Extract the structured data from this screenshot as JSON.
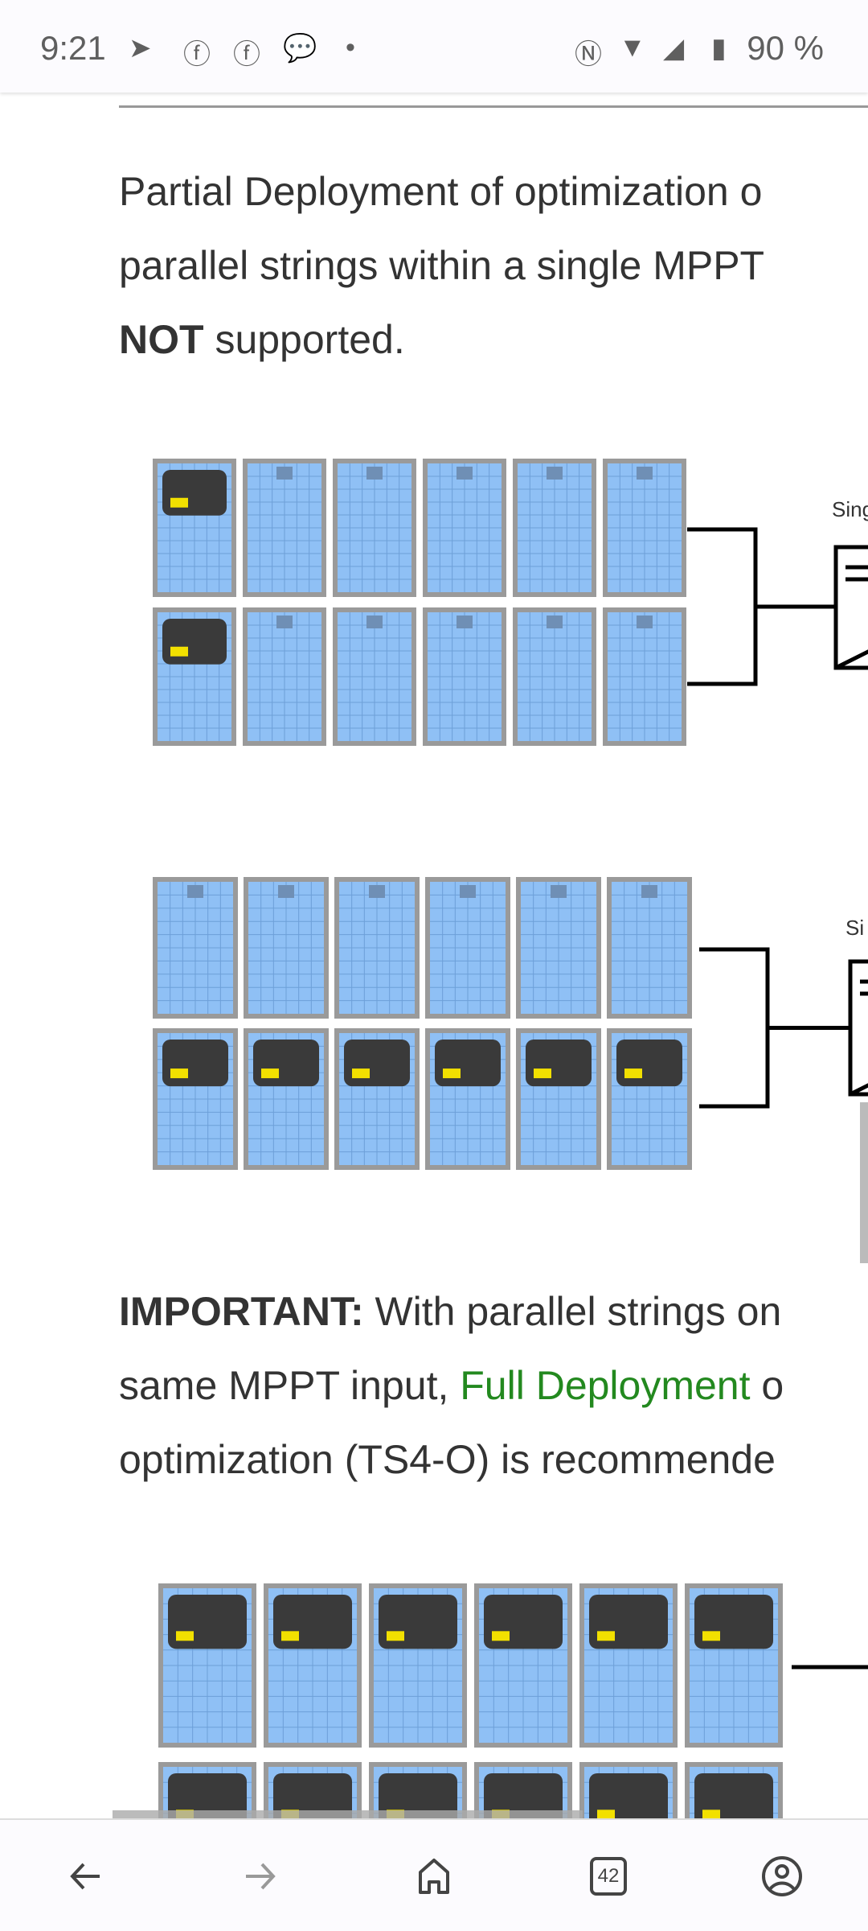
{
  "status_bar": {
    "time": "9:21",
    "battery": "90 %",
    "icons": [
      "telegram-icon",
      "facebook-icon",
      "facebook-icon",
      "messenger-icon",
      "dot-icon",
      "nfc-icon",
      "wifi-icon",
      "signal-icon",
      "battery-icon"
    ]
  },
  "paragraph1": {
    "line1": "Partial Deployment of optimization o",
    "line2": "parallel strings within a single MPPT",
    "bold": "NOT",
    "line3_rest": " supported."
  },
  "diagram1": {
    "label": "Sing",
    "rows": [
      [
        true,
        false,
        false,
        false,
        false,
        false
      ],
      [
        true,
        false,
        false,
        false,
        false,
        false
      ]
    ]
  },
  "diagram2": {
    "label": "Si",
    "rows": [
      [
        false,
        false,
        false,
        false,
        false,
        false
      ],
      [
        true,
        true,
        true,
        true,
        true,
        true
      ]
    ]
  },
  "paragraph2": {
    "bold": "IMPORTANT:",
    "line1_rest": " With parallel strings on",
    "line2_start": "same MPPT input, ",
    "link": "Full Deployment",
    "line2_end": " o",
    "line3": "optimization (TS4-O) is recommende"
  },
  "diagram3": {
    "rows": [
      [
        true,
        true,
        true,
        true,
        true,
        true
      ],
      [
        true,
        true,
        true,
        true,
        true,
        true
      ]
    ]
  },
  "nav": {
    "tab_count": "42"
  },
  "colors": {
    "link": "#23891f",
    "text": "#333333",
    "panel": "#8fc0f5",
    "optimizer": "#3a3a3a",
    "led": "#f2e000"
  }
}
